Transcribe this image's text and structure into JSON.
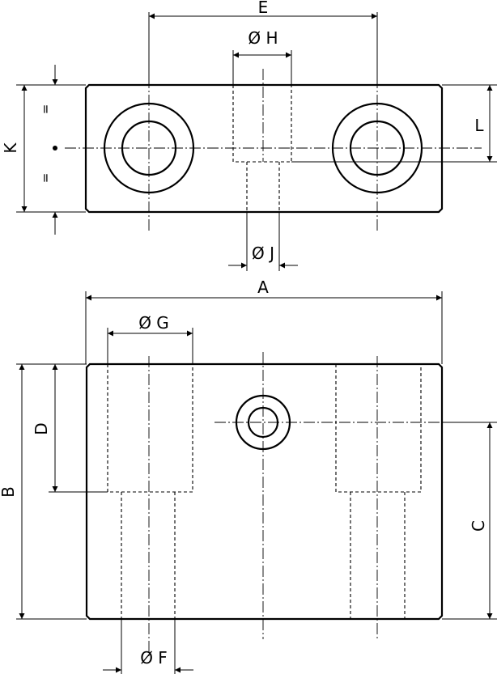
{
  "top_view": {
    "dims": {
      "E": "E",
      "H": "Ø H",
      "K": "K",
      "L": "L",
      "J": "Ø J",
      "eq_top": "=",
      "eq_bottom": "="
    }
  },
  "front_view": {
    "dims": {
      "A": "A",
      "G": "Ø G",
      "D": "D",
      "B": "B",
      "C": "C",
      "F": "Ø F"
    }
  }
}
